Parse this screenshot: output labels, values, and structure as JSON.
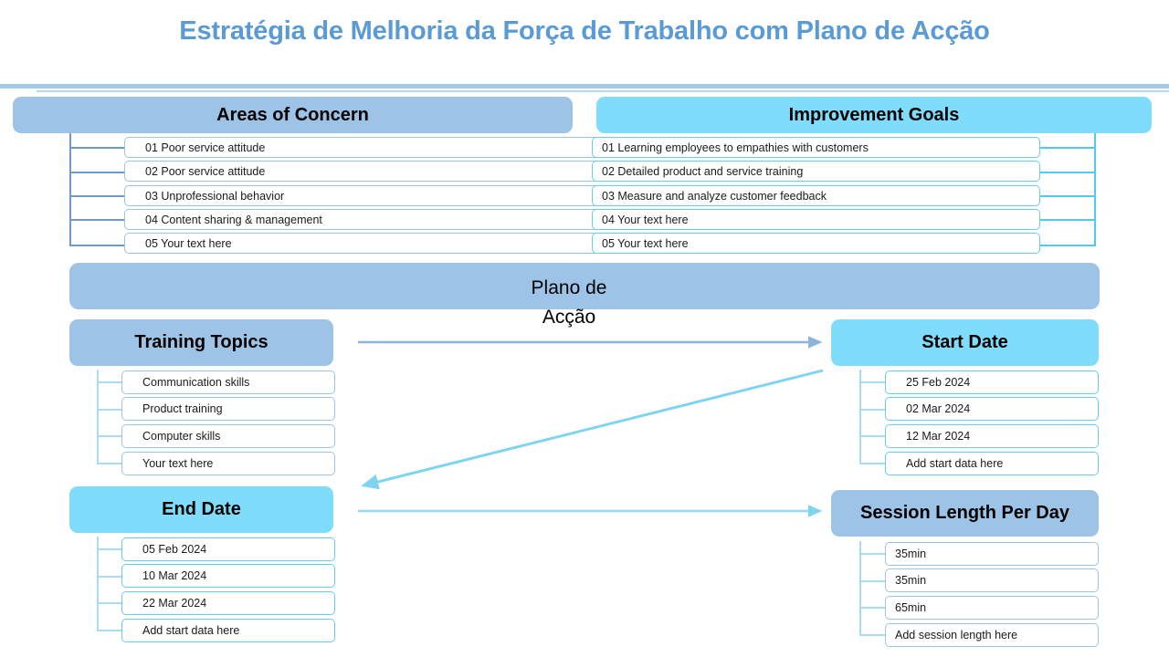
{
  "title": "Estratégia de Melhoria da Força de Trabalho com Plano de Acção",
  "center_banner": {
    "line1": "Plano de",
    "line2": "Acção"
  },
  "panels": {
    "areas_of_concern": {
      "header": "Areas of Concern",
      "accent": "#9DC3E6",
      "items": [
        "01 Poor service attitude",
        "02 Poor service attitude",
        "03 Unprofessional behavior",
        "04 Content sharing & management",
        "05 Your text here"
      ]
    },
    "improvement_goals": {
      "header": "Improvement Goals",
      "accent": "#7FDDFB",
      "items": [
        "01 Learning employees to empathies with customers",
        "02 Detailed product and service training",
        "03 Measure and analyze customer feedback",
        "04 Your text here",
        "05 Your text here"
      ]
    },
    "training_topics": {
      "header": "Training Topics",
      "accent": "#9DC3E6",
      "items": [
        "Communication skills",
        "Product training",
        "Computer skills",
        "Your text here"
      ]
    },
    "start_date": {
      "header": "Start Date",
      "accent": "#7FDDFB",
      "items": [
        "25 Feb 2024",
        "02 Mar 2024",
        "12 Mar 2024",
        "Add start data here"
      ]
    },
    "end_date": {
      "header": "End Date",
      "accent": "#7FDDFB",
      "items": [
        "05 Feb 2024",
        "10 Mar 2024",
        "22 Mar 2024",
        "Add start data here"
      ]
    },
    "session_length": {
      "header": "Session Length Per Day",
      "accent": "#9DC3E6",
      "items": [
        "35min",
        "35min",
        "65min",
        "Add session length here"
      ]
    }
  },
  "arrows": [
    {
      "name": "training-to-start-date",
      "color": "#9DC3E6"
    },
    {
      "name": "start-date-to-end-date",
      "color": "#7FDDFB"
    },
    {
      "name": "end-date-to-session-length",
      "color": "#A6DFF5"
    }
  ]
}
